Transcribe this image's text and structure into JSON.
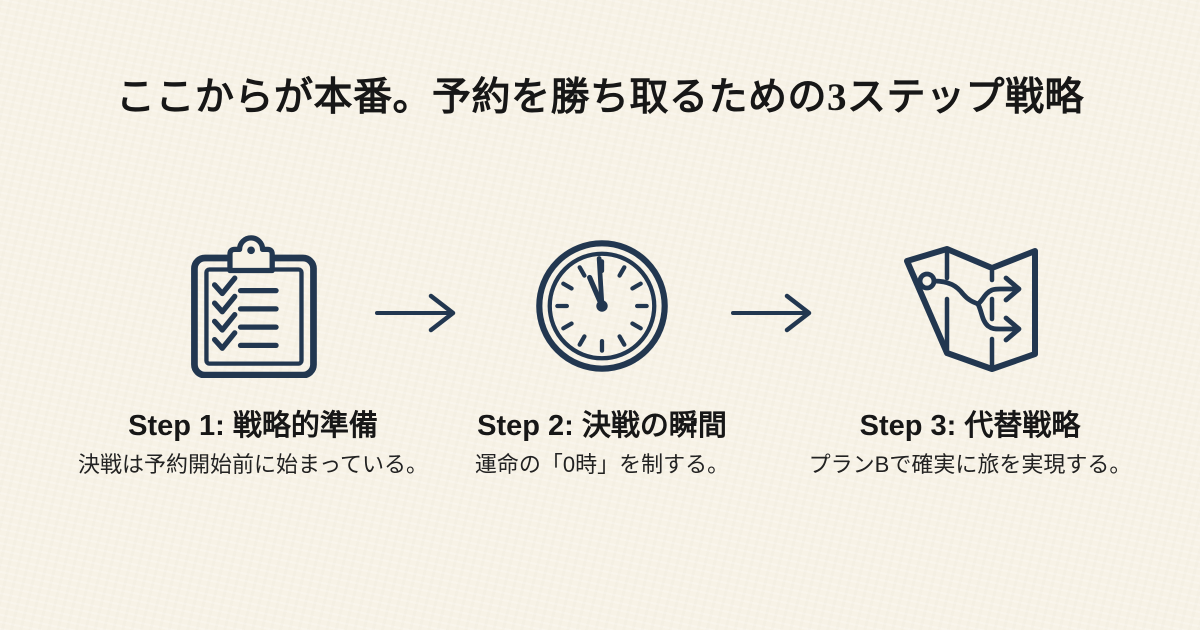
{
  "page": {
    "title": "ここからが本番。予約を勝ち取るための3ステップ戦略"
  },
  "colors": {
    "background": "#f7f2e6",
    "ink": "#171717",
    "navy": "#223750"
  },
  "flow_arrow_icon": "arrow-right-icon",
  "steps": [
    {
      "icon": "clipboard-checklist-icon",
      "label": "Step 1: 戦略的準備",
      "description": "決戦は予約開始前に始まっている。"
    },
    {
      "icon": "clock-icon",
      "label": "Step 2: 決戦の瞬間",
      "description": "運命の「0時」を制する。"
    },
    {
      "icon": "map-route-icon",
      "label": "Step 3: 代替戦略",
      "description": "プランBで確実に旅を実現する。"
    }
  ]
}
